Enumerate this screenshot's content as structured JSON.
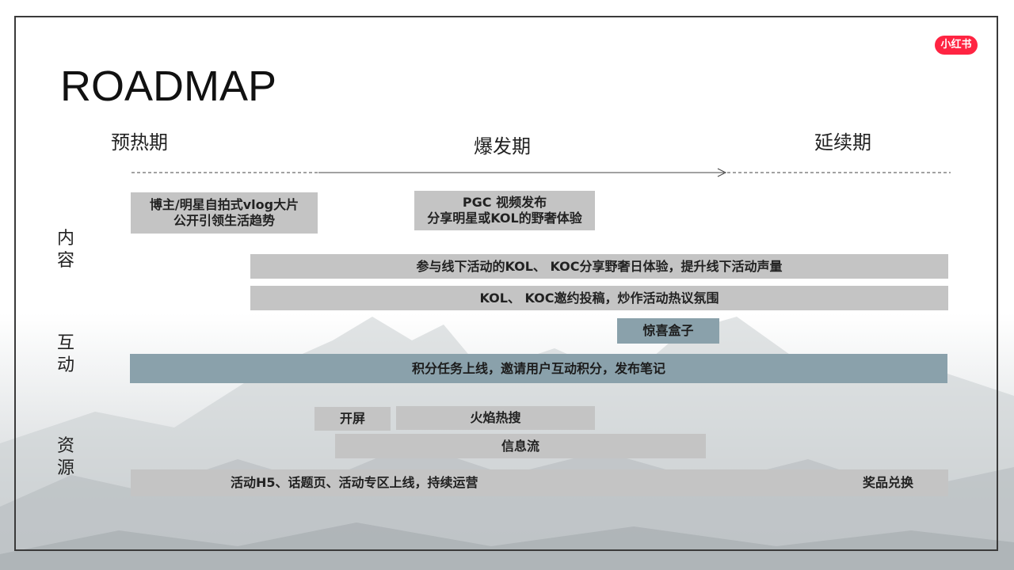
{
  "logo": "小红书",
  "title": "ROADMAP",
  "phases": [
    "预热期",
    "爆发期",
    "延续期"
  ],
  "categories": {
    "content": [
      "内",
      "容"
    ],
    "interaction": [
      "互",
      "动"
    ],
    "resources": [
      "资",
      "源"
    ]
  },
  "bars": {
    "vlog_line1": "博主/明星自拍式vlog大片",
    "vlog_line2": "公开引领生活趋势",
    "pgc_line1": "PGC 视频发布",
    "pgc_line2": "分享明星或KOL的野奢体验",
    "kol_offline": "参与线下活动的KOL、 KOC分享野奢日体验，提升线下活动声量",
    "kol_invite": "KOL、 KOC邀约投稿，炒作活动热议氛围",
    "surprise_box": "惊喜盒子",
    "points_task": "积分任务上线，邀请用户互动积分，发布笔记",
    "splash": "开屏",
    "hot_search": "火焰热搜",
    "feed": "信息流",
    "h5_ops": "活动H5、话题页、活动专区上线，持续运营",
    "prize_exchange": "奖品兑换"
  }
}
